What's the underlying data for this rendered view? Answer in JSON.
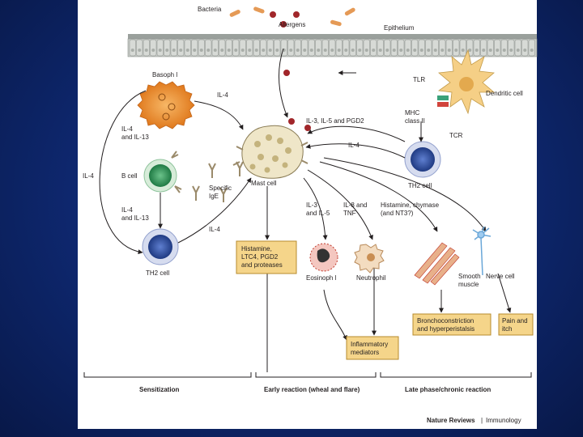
{
  "labels": {
    "bacteria": "Bacteria",
    "allergens": "Allergens",
    "epithelium": "Epithelium",
    "basophil": "Basoph l",
    "il4_top": "IL-4",
    "il4_il13_a": [
      "IL-4",
      "and IL-13"
    ],
    "il4_il13_b": [
      "IL-4",
      "and IL-13"
    ],
    "il4_left": "IL-4",
    "il4_lower": "IL-4",
    "b_cell": "B cell",
    "specific_ige": [
      "Specific",
      "IgE"
    ],
    "th2_left": "TH2 cell",
    "mast_cell": "Mast cell",
    "tlr": "TLR",
    "dendritic_cell": "Dendritic cell",
    "mhc": [
      "MHC",
      "class II"
    ],
    "tcr": "TCR",
    "il3_il5_pgd2": "IL-3, IL-5 and PGD2",
    "il4_right": "IL-4",
    "th2_right": "TH2 cell",
    "il3_il5": [
      "IL-3",
      "and IL-5"
    ],
    "il8_tnf": [
      "IL-8 and",
      "TNF"
    ],
    "histamine_chymase": [
      "Histamine, chymase",
      "(and NT3?)"
    ],
    "eosinophil": "Eosinoph l",
    "neutrophil": "Neutrophil",
    "smooth_muscle": [
      "Smooth",
      "muscle"
    ],
    "nerve_cell": "Nerve cell"
  },
  "boxes": {
    "mediators": [
      "Histamine,",
      "LTC4, PGD2",
      "and proteases"
    ],
    "broncho": [
      "Bronchoconstriction",
      "and hyperperistalsis"
    ],
    "pain": [
      "Pain and",
      "itch"
    ],
    "inflammatory": [
      "Inflammatory",
      "mediators"
    ]
  },
  "phases": {
    "sensitization": "Sensitization",
    "early": "Early reaction (wheal and flare)",
    "late": "Late phase/chronic reaction"
  },
  "footer": {
    "journal": "Nature Reviews",
    "section": "Immunology"
  },
  "colors": {
    "box_fill": "#f5d58a",
    "box_stroke": "#b78b2e",
    "basophil": "#f39c3b",
    "b_cell": "#2f9a5c",
    "th2": "#3a58a8",
    "mast": "#e8dcb4",
    "dendritic": "#f3c873"
  }
}
